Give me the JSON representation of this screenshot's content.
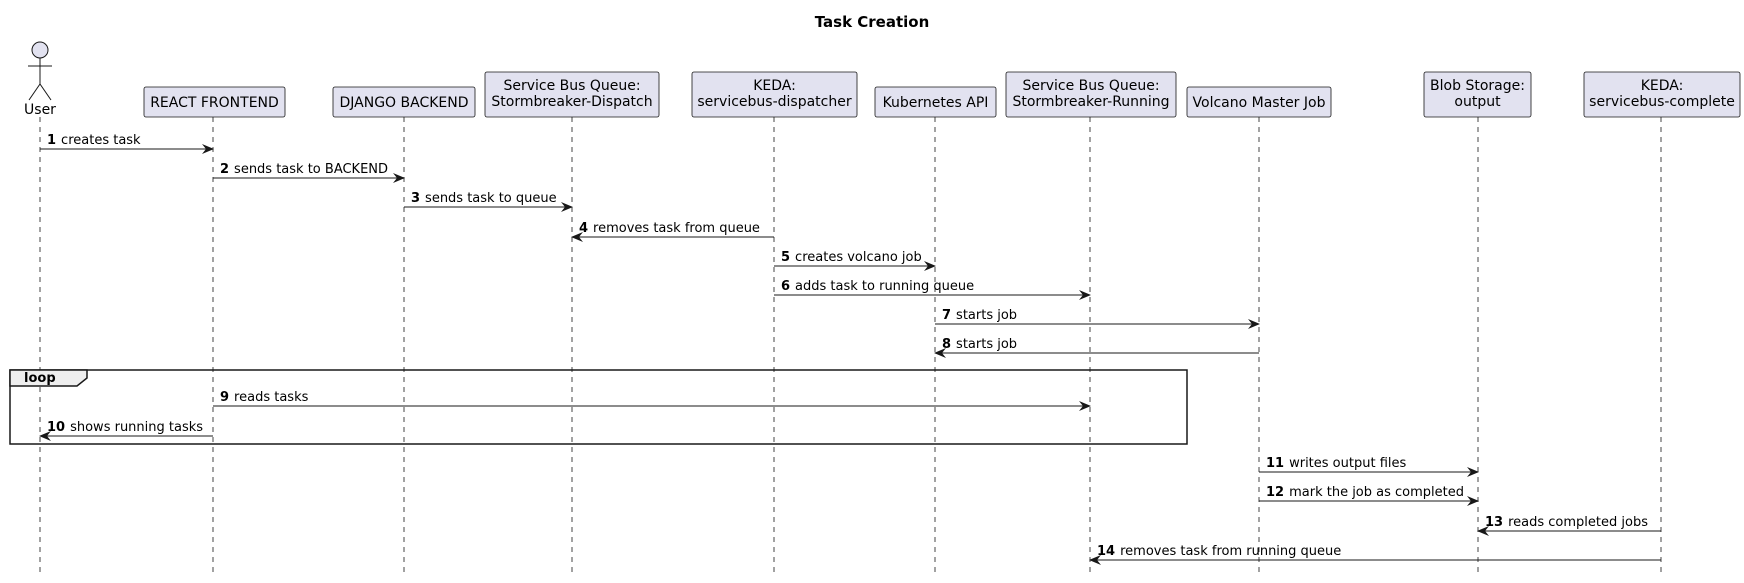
{
  "title": "Task Creation",
  "participants": [
    {
      "id": "user",
      "label": [
        "User"
      ],
      "kind": "actor"
    },
    {
      "id": "react",
      "label": [
        "REACT FRONTEND"
      ],
      "kind": "box"
    },
    {
      "id": "django",
      "label": [
        "DJANGO BACKEND"
      ],
      "kind": "box"
    },
    {
      "id": "sbq_dispatch",
      "label": [
        "Service Bus Queue:",
        "Stormbreaker-Dispatch"
      ],
      "kind": "box"
    },
    {
      "id": "keda_dispatcher",
      "label": [
        "KEDA:",
        "servicebus-dispatcher"
      ],
      "kind": "box"
    },
    {
      "id": "k8s",
      "label": [
        "Kubernetes API"
      ],
      "kind": "box"
    },
    {
      "id": "sbq_running",
      "label": [
        "Service Bus Queue:",
        "Stormbreaker-Running"
      ],
      "kind": "box"
    },
    {
      "id": "volcano",
      "label": [
        "Volcano Master Job"
      ],
      "kind": "box"
    },
    {
      "id": "blob",
      "label": [
        "Blob Storage:",
        "output"
      ],
      "kind": "box"
    },
    {
      "id": "keda_complete",
      "label": [
        "KEDA:",
        "servicebus-complete"
      ],
      "kind": "box"
    }
  ],
  "messages": [
    {
      "num": "1",
      "text": "creates task",
      "from": "user",
      "to": "react"
    },
    {
      "num": "2",
      "text": "sends task to BACKEND",
      "from": "react",
      "to": "django"
    },
    {
      "num": "3",
      "text": "sends task to queue",
      "from": "django",
      "to": "sbq_dispatch"
    },
    {
      "num": "4",
      "text": "removes task from queue",
      "from": "keda_dispatcher",
      "to": "sbq_dispatch"
    },
    {
      "num": "5",
      "text": "creates volcano job",
      "from": "keda_dispatcher",
      "to": "k8s"
    },
    {
      "num": "6",
      "text": "adds task to running queue",
      "from": "keda_dispatcher",
      "to": "sbq_running"
    },
    {
      "num": "7",
      "text": "starts job",
      "from": "k8s",
      "to": "volcano"
    },
    {
      "num": "8",
      "text": "starts job",
      "from": "volcano",
      "to": "k8s"
    },
    {
      "num": "9",
      "text": "reads tasks",
      "from": "react",
      "to": "sbq_running"
    },
    {
      "num": "10",
      "text": "shows running tasks",
      "from": "react",
      "to": "user"
    },
    {
      "num": "11",
      "text": "writes output files",
      "from": "volcano",
      "to": "blob"
    },
    {
      "num": "12",
      "text": "mark the job as completed",
      "from": "volcano",
      "to": "blob"
    },
    {
      "num": "13",
      "text": "reads completed jobs",
      "from": "keda_complete",
      "to": "blob"
    },
    {
      "num": "14",
      "text": "removes task from running queue",
      "from": "keda_complete",
      "to": "sbq_running"
    }
  ],
  "loop": {
    "label": "loop",
    "first_message": "9",
    "last_message": "10"
  },
  "colors": {
    "participant_fill": "#E2E2F0",
    "participant_border": "#181818",
    "lifeline": "#181818",
    "arrow": "#181818",
    "text": "#000000"
  }
}
